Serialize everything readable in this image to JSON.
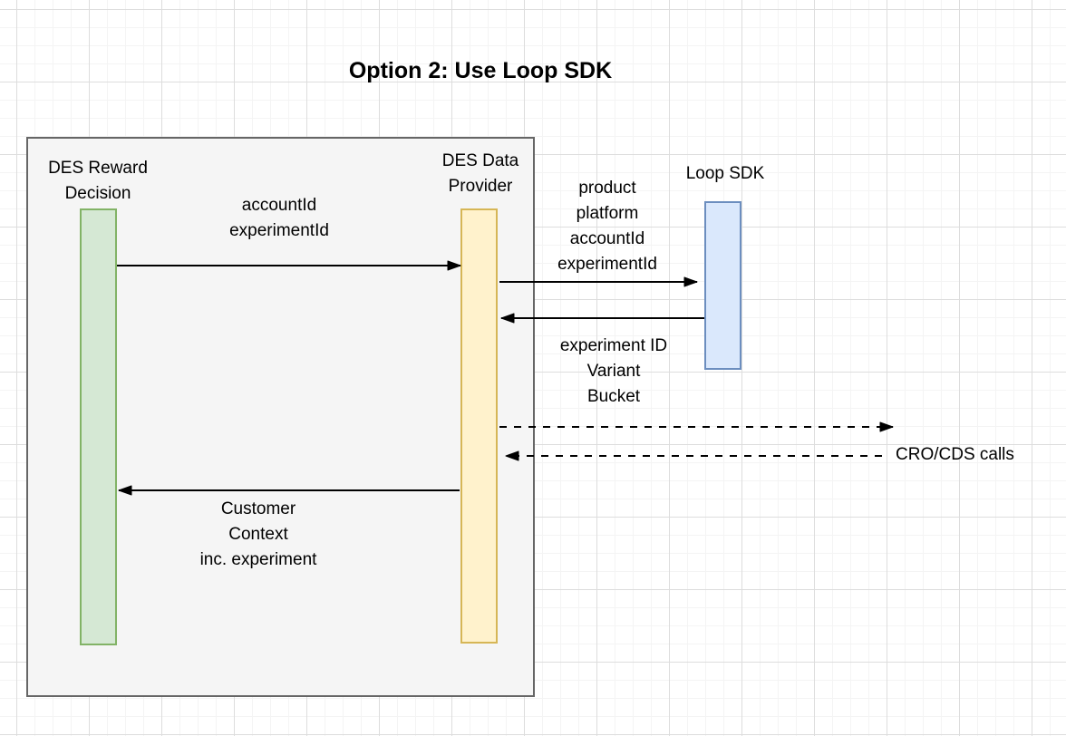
{
  "title": "Option 2: Use Loop SDK",
  "colors": {
    "green_fill": "#d5e8d4",
    "green_border": "#82b366",
    "yellow_fill": "#fff2cc",
    "yellow_border": "#d6b656",
    "blue_fill": "#dae8fc",
    "blue_border": "#6c8ebf",
    "frame_fill": "#f5f5f5",
    "frame_border": "#666666",
    "arrow_color": "#000000",
    "grid_minor": "#f4f4f4",
    "grid_major": "#dddddd"
  },
  "diagram": {
    "lifelines": [
      {
        "label": "DES Reward\nDecision"
      },
      {
        "label": "DES Data\nProvider"
      },
      {
        "label": "Loop SDK"
      }
    ],
    "messages": [
      {
        "label": "accountId\nexperimentId",
        "style": "solid",
        "from": "DES Reward Decision",
        "to": "DES Data Provider"
      },
      {
        "label": "product\nplatform\naccountId\nexperimentId",
        "style": "solid",
        "from": "DES Data Provider",
        "to": "Loop SDK"
      },
      {
        "label": "experiment ID\nVariant\nBucket",
        "style": "solid",
        "from": "Loop SDK",
        "to": "DES Data Provider"
      },
      {
        "label": "",
        "style": "dashed",
        "from": "DES Data Provider",
        "to": "external"
      },
      {
        "label": "CRO/CDS calls",
        "style": "dashed",
        "from": "external",
        "to": "DES Data Provider"
      },
      {
        "label": "Customer\nContext\ninc. experiment",
        "style": "solid",
        "from": "DES Data Provider",
        "to": "DES Reward Decision"
      }
    ]
  }
}
